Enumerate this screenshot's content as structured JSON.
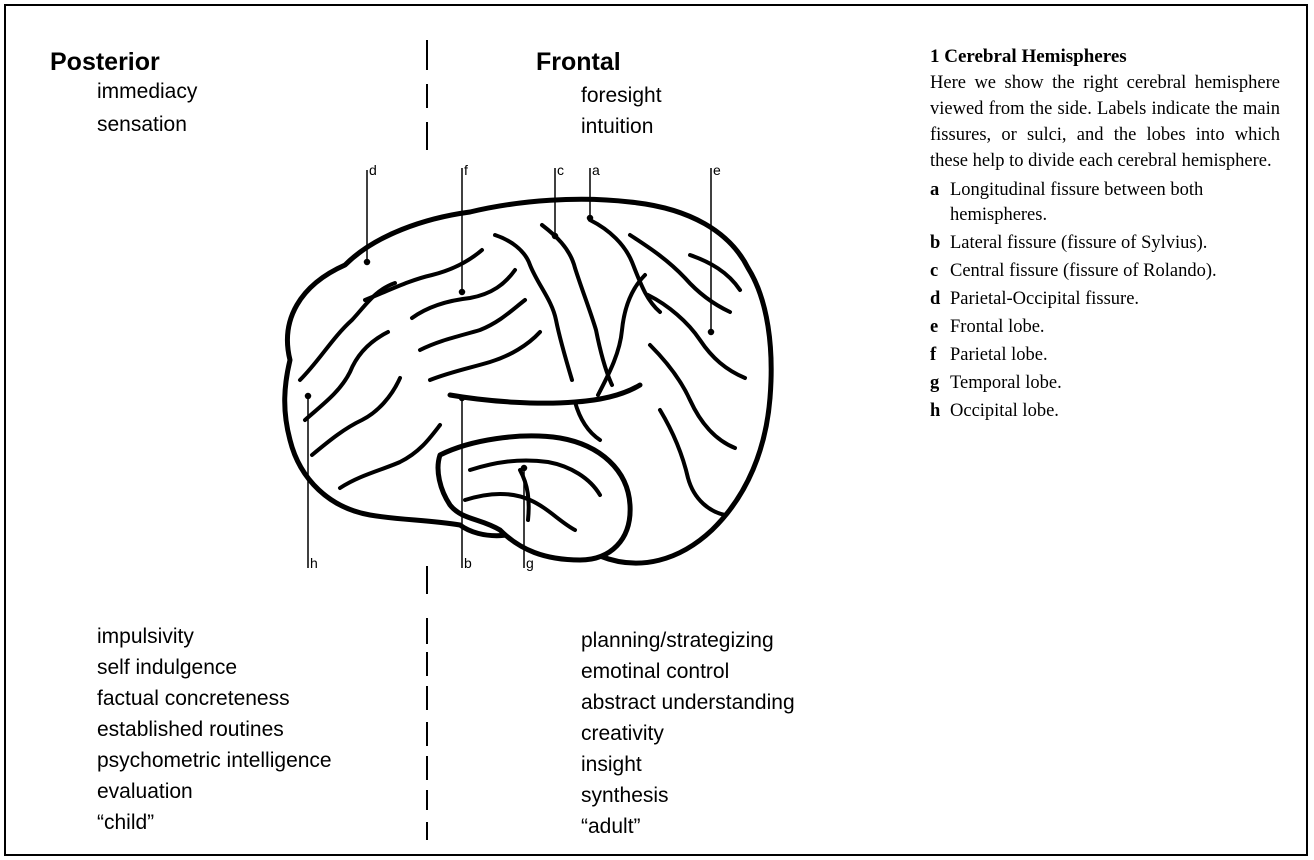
{
  "posterior": {
    "heading": "Posterior",
    "top_traits": [
      "immediacy",
      "sensation"
    ],
    "bottom_traits": [
      "impulsivity",
      "self indulgence",
      "factual concreteness",
      "established routines",
      "psychometric intelligence",
      "evaluation",
      "“child”"
    ]
  },
  "frontal": {
    "heading": "Frontal",
    "top_traits": [
      "foresight",
      "intuition"
    ],
    "bottom_traits": [
      "planning/strategizing",
      "emotinal control",
      "abstract understanding",
      "creativity",
      "insight",
      "synthesis",
      "“adult”"
    ]
  },
  "brain": {
    "labels": [
      "d",
      "f",
      "c",
      "a",
      "e",
      "h",
      "b",
      "g"
    ]
  },
  "caption": {
    "title": "1 Cerebral Hemispheres",
    "body": "Here we show the right cerebral hemisphere viewed from the side. Labels indicate the main fissures, or sulci, and the lobes into which these help to divide each cerebral hemisphere.",
    "items": [
      {
        "letter": "a",
        "text": "Longitudinal fissure between both hemispheres."
      },
      {
        "letter": "b",
        "text": "Lateral fissure (fissure of Sylvius)."
      },
      {
        "letter": "c",
        "text": "Central fissure (fissure of Rolando)."
      },
      {
        "letter": "d",
        "text": "Parietal-Occipital fissure."
      },
      {
        "letter": "e",
        "text": "Frontal lobe."
      },
      {
        "letter": "f",
        "text": "Parietal lobe."
      },
      {
        "letter": "g",
        "text": "Temporal lobe."
      },
      {
        "letter": "h",
        "text": "Occipital lobe."
      }
    ]
  }
}
